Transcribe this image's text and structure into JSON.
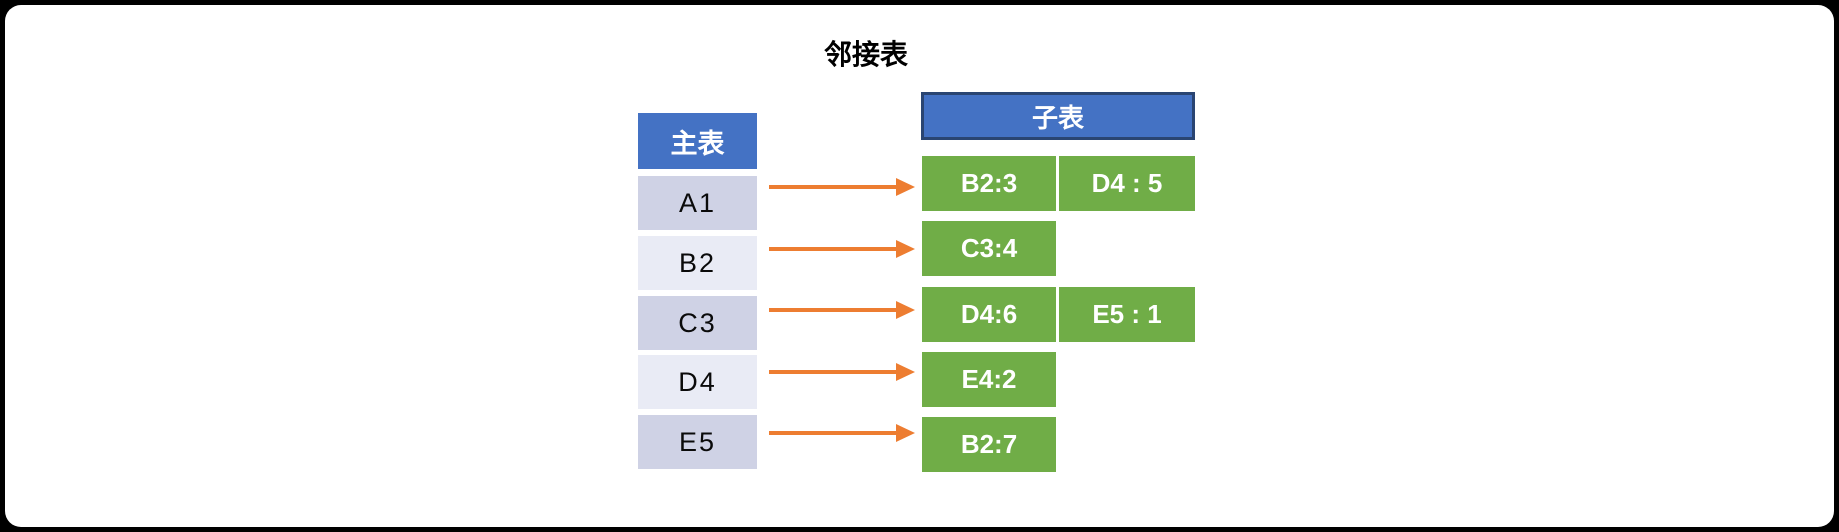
{
  "title": "邻接表",
  "main_table": {
    "header": "主表",
    "rows": [
      "A1",
      "B2",
      "C3",
      "D4",
      "E5"
    ]
  },
  "sub_table": {
    "header": "子表",
    "rows": [
      [
        "B2:3",
        "D4 : 5"
      ],
      [
        "C3:4"
      ],
      [
        "D4:6",
        "E5 : 1"
      ],
      [
        "E4:2"
      ],
      [
        "B2:7"
      ]
    ]
  },
  "colors": {
    "header_blue": "#4472C4",
    "sub_header_border": "#2A4572",
    "node_green": "#70AD47",
    "row_band_dark": "#CFD2E5",
    "row_band_light": "#E9EBF5",
    "arrow_orange": "#ED7D31",
    "card_background": "#FFFFFF",
    "frame_background": "#000000"
  }
}
